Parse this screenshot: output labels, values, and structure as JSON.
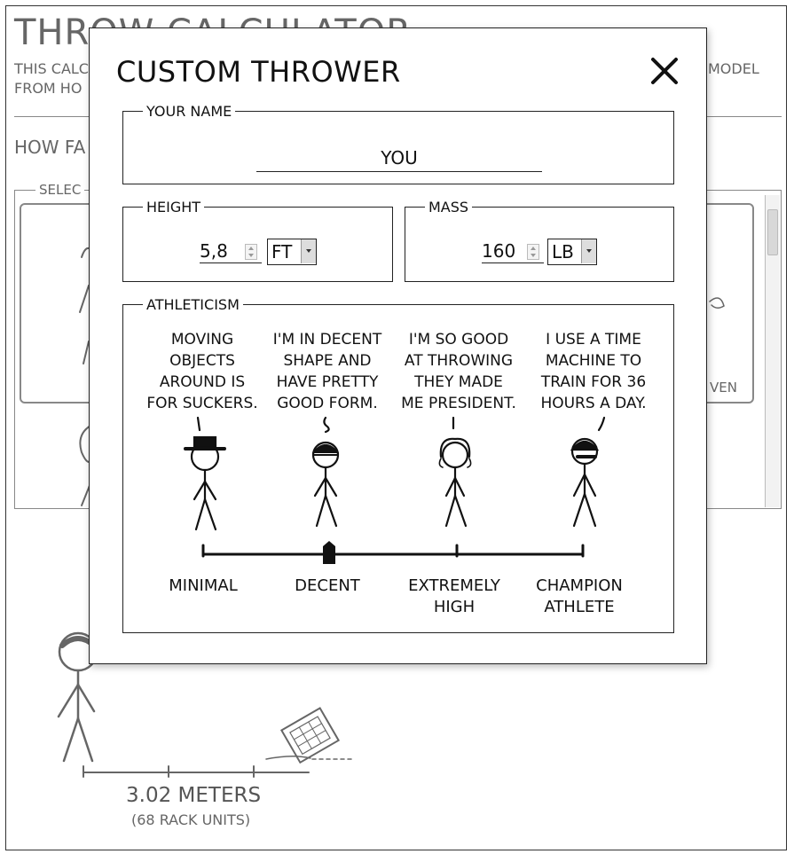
{
  "background": {
    "title": "THROW CALCULATOR",
    "subtitle_line1": "THIS CALC",
    "subtitle_line1_right": "MODEL",
    "subtitle_line2": "FROM HO",
    "how_far": "HOW FA",
    "select_legend": "SELEC",
    "card_right_text": "VEN",
    "result_distance": "3.02 METERS",
    "result_units": "(68 RACK UNITS)"
  },
  "modal": {
    "title": "CUSTOM THROWER",
    "close_icon": "close-icon",
    "name_section": {
      "legend": "YOUR NAME",
      "value": "YOU"
    },
    "height_section": {
      "legend": "HEIGHT",
      "value": "5,8",
      "unit": "FT"
    },
    "mass_section": {
      "legend": "MASS",
      "value": "160",
      "unit": "LB"
    },
    "athleticism": {
      "legend": "ATHLETICISM",
      "selected_level": "DECENT",
      "captions": [
        "MOVING\nOBJECTS\nAROUND IS\nFOR SUCKERS.",
        "I'M IN DECENT\nSHAPE AND\nHAVE PRETTY\nGOOD FORM.",
        "I'M SO GOOD\nAT THROWING\nTHEY MADE\nME PRESIDENT.",
        "I USE A TIME\nMACHINE TO\nTRAIN FOR 36\nHOURS A DAY."
      ],
      "levels": [
        "MINIMAL",
        "DECENT",
        "EXTREMELY\nHIGH",
        "CHAMPION\nATHLETE"
      ]
    }
  }
}
